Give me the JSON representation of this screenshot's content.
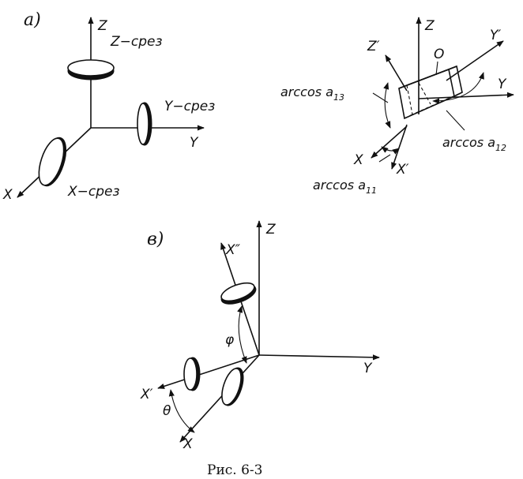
{
  "panels": {
    "a": {
      "label": "a)",
      "axes": {
        "x": "X",
        "y": "Y",
        "z": "Z"
      },
      "cuts": {
        "x": "X−срез",
        "y": "Y−срез",
        "z": "Z−срез"
      }
    },
    "b": {
      "axes": {
        "x": "X",
        "y": "Y",
        "z": "Z"
      },
      "rotated_axes": {
        "x": "X′",
        "y": "Y′",
        "z": "Z′"
      },
      "origin": "O",
      "angles": {
        "a11": {
          "base": "arccos a",
          "index": "11"
        },
        "a12": {
          "base": "arccos a",
          "index": "12"
        },
        "a13": {
          "base": "arccos a",
          "index": "13"
        }
      }
    },
    "c": {
      "label": "в)",
      "axes": {
        "x": "X",
        "y": "Y",
        "z": "Z"
      },
      "rotated_axes": {
        "x1": "X′",
        "x2": "X″"
      },
      "angles": {
        "phi": "φ",
        "theta": "θ"
      }
    }
  },
  "caption": "Рис. 6-3"
}
